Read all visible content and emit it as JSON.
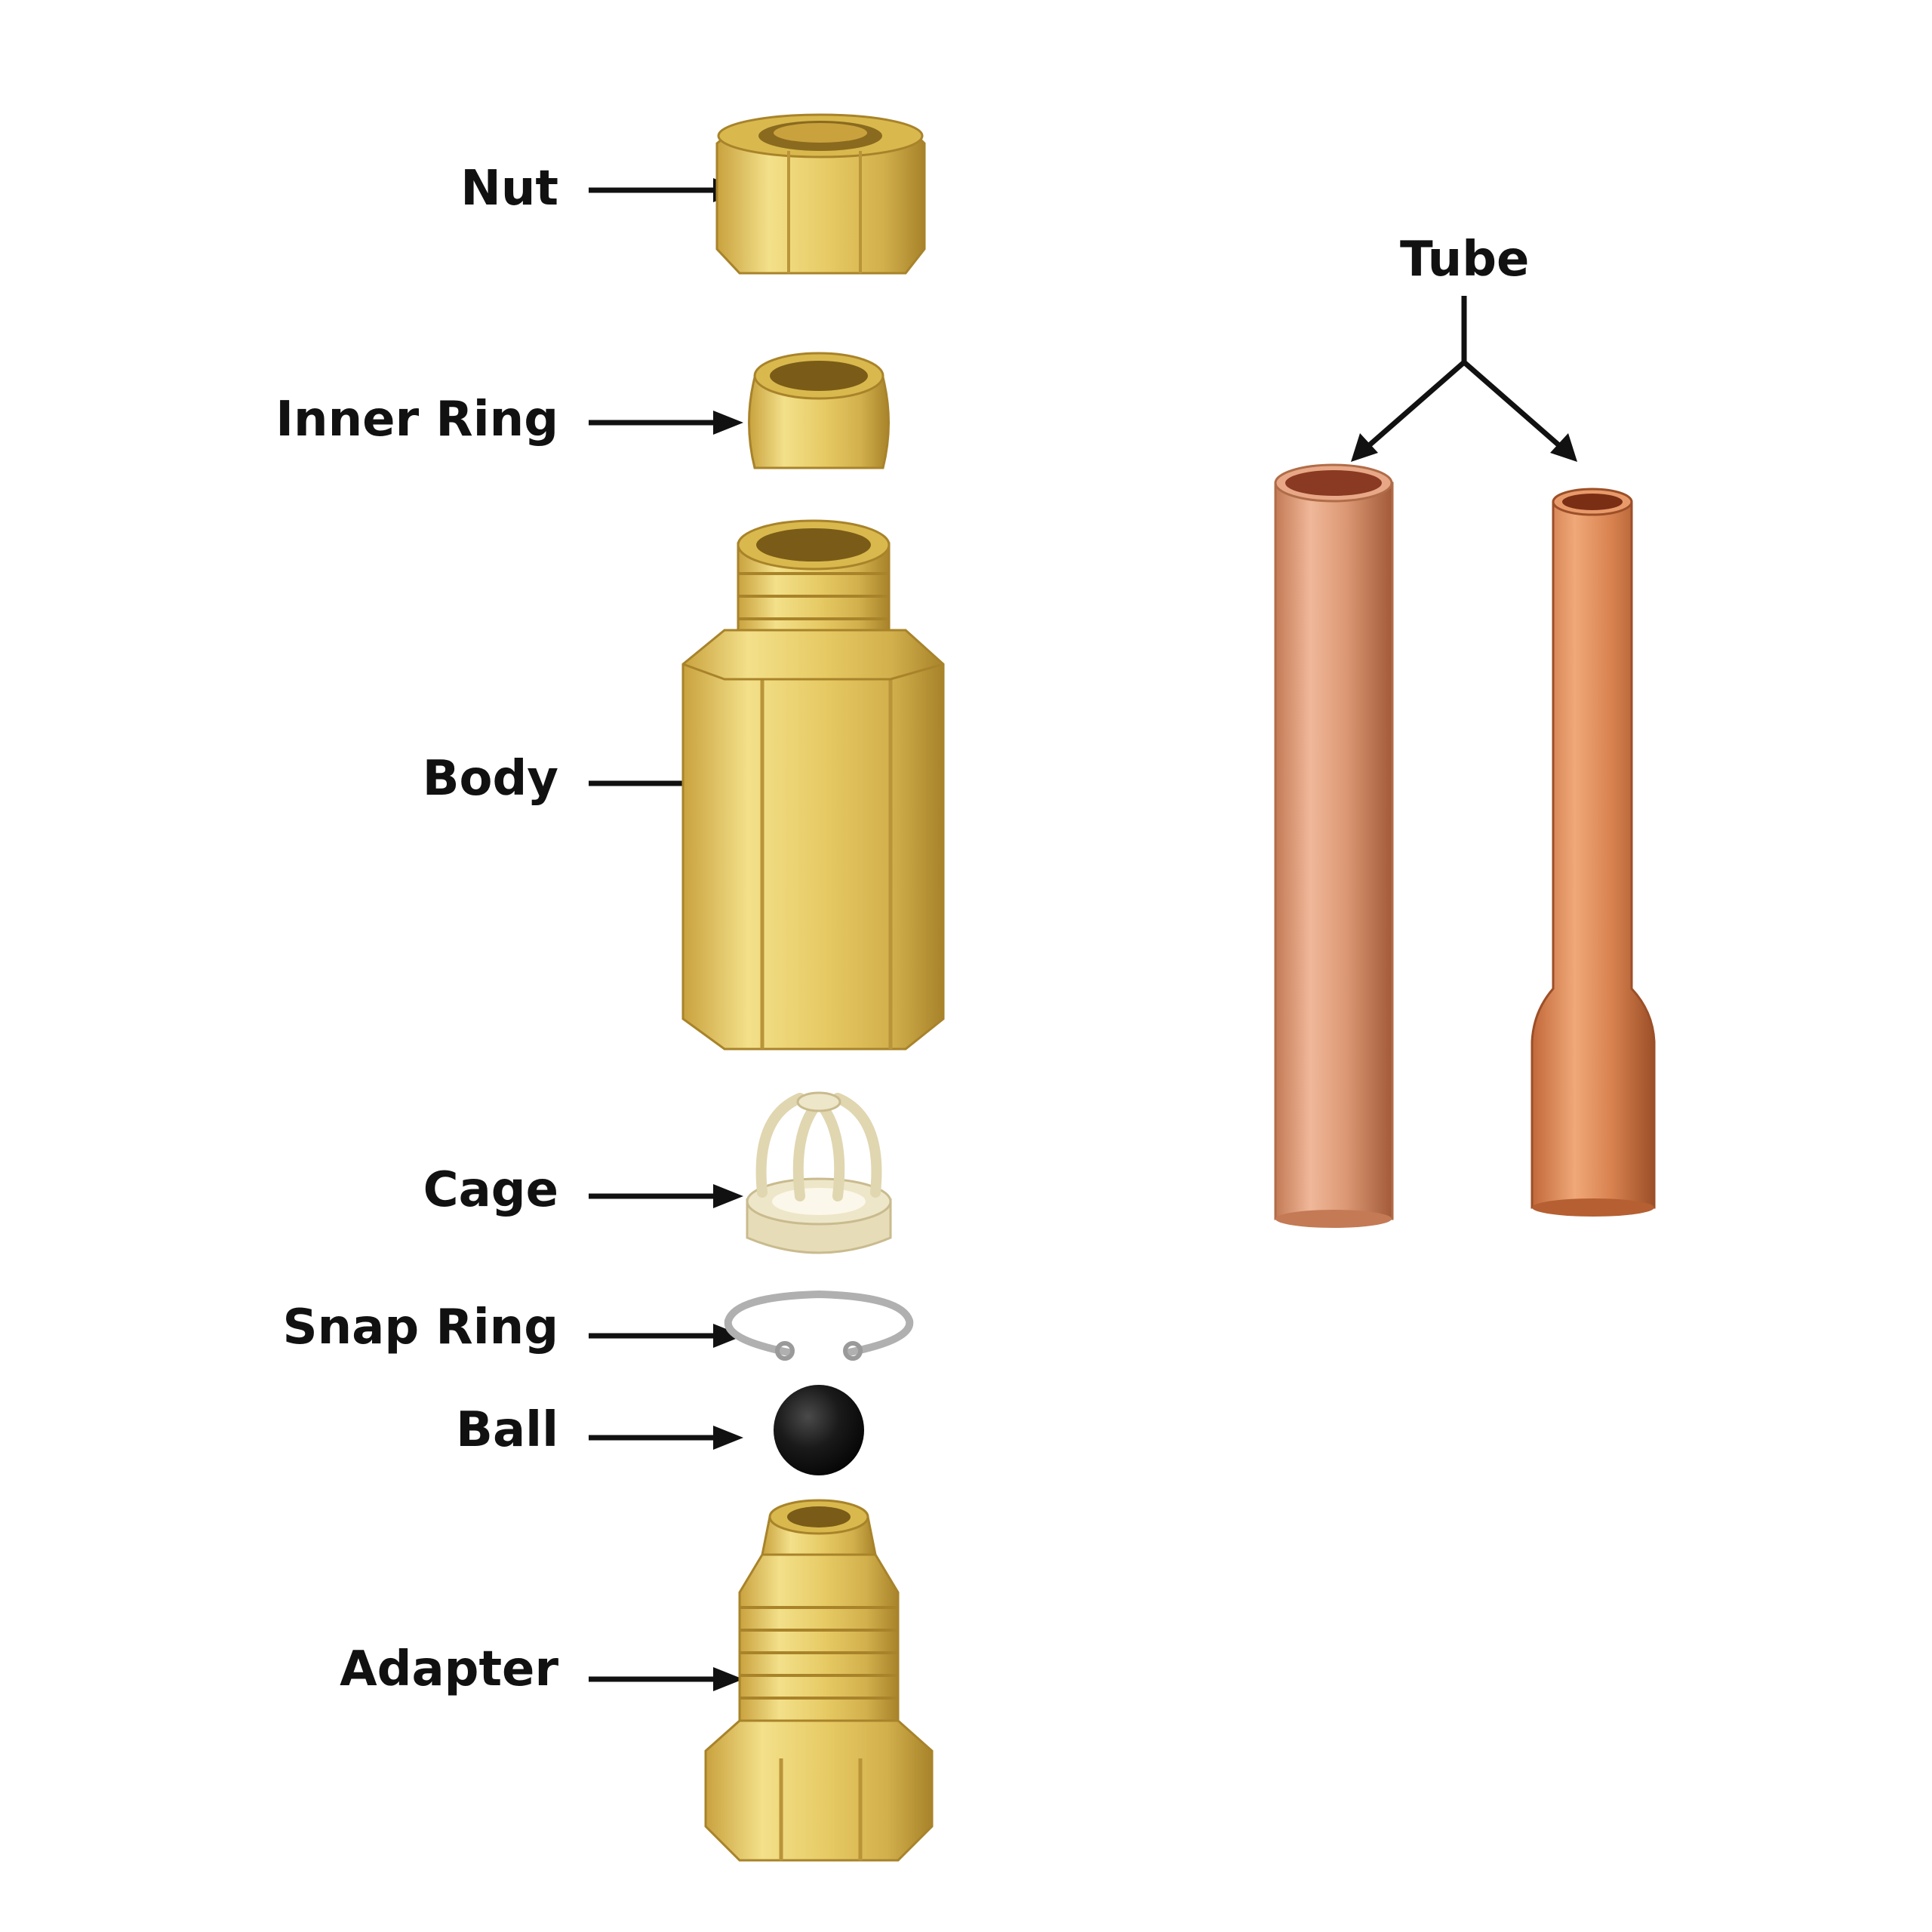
{
  "labels": {
    "nut": "Nut",
    "inner_ring": "Inner Ring",
    "body": "Body",
    "cage": "Cage",
    "snap_ring": "Snap Ring",
    "ball": "Ball",
    "adapter": "Adapter",
    "tube": "Tube"
  },
  "colors": {
    "brass_light": "#f3e08a",
    "brass_mid": "#d9b94e",
    "brass_dark": "#a8832a",
    "copper_light": "#f0b89a",
    "copper_mid": "#d38a62",
    "copper_dark": "#a25a38",
    "cage": "#eee6c8",
    "ball": "#1a1a1a",
    "ring": "#c9c9c9",
    "text": "#111111"
  }
}
